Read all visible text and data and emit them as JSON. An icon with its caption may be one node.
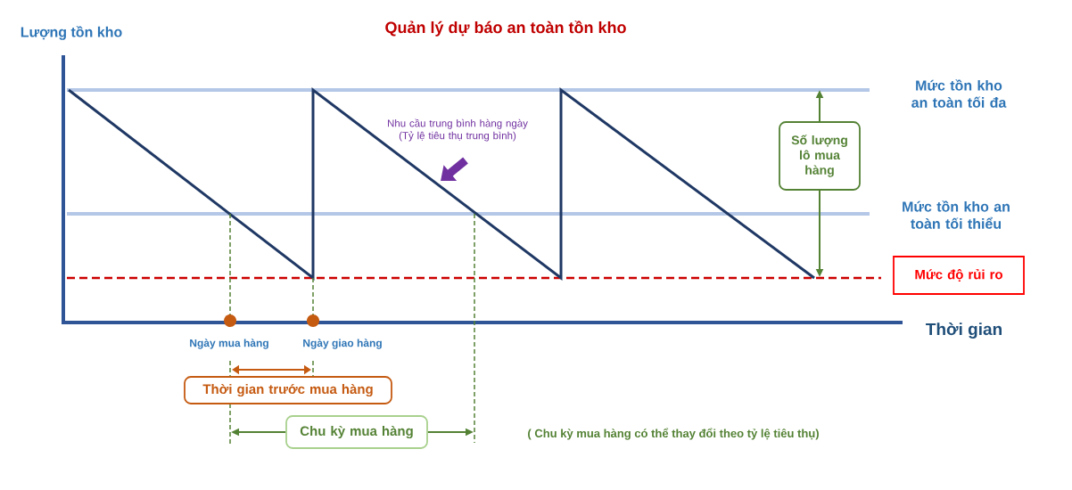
{
  "diagram": {
    "title": "Quản lý dự báo an toàn tồn kho",
    "nodes": [
      {
        "text": [
          "Số lượng lô mua hàng"
        ]
      },
      {
        "text": [
          "Thời gian trước mua hàng"
        ]
      },
      {
        "text": [
          "Chu kỳ mua hàng"
        ]
      },
      {
        "text": [
          "Mức độ rủi ro"
        ]
      }
    ],
    "edges": [
      {
        "from": 0,
        "to": null,
        "arrow": "to"
      },
      {
        "from": 0,
        "to": null,
        "arrow": "to"
      },
      {
        "from": 2,
        "to": null,
        "arrow": "to"
      },
      {
        "from": 2,
        "to": null,
        "arrow": "to"
      }
    ],
    "labels": [
      "Lượng tồn kho",
      "Mức tồn kho an toàn tối đa",
      "Nhu cầu trung bình hàng ngày (Tỷ lệ tiêu thụ trung bình)",
      "Mức tồn kho an toàn tối thiểu",
      "Thời gian",
      "Ngày mua hàng",
      "Ngày giao hàng",
      "( Chu kỳ mua hàng có thể thay đổi theo tỷ lệ tiêu thụ)"
    ]
  }
}
